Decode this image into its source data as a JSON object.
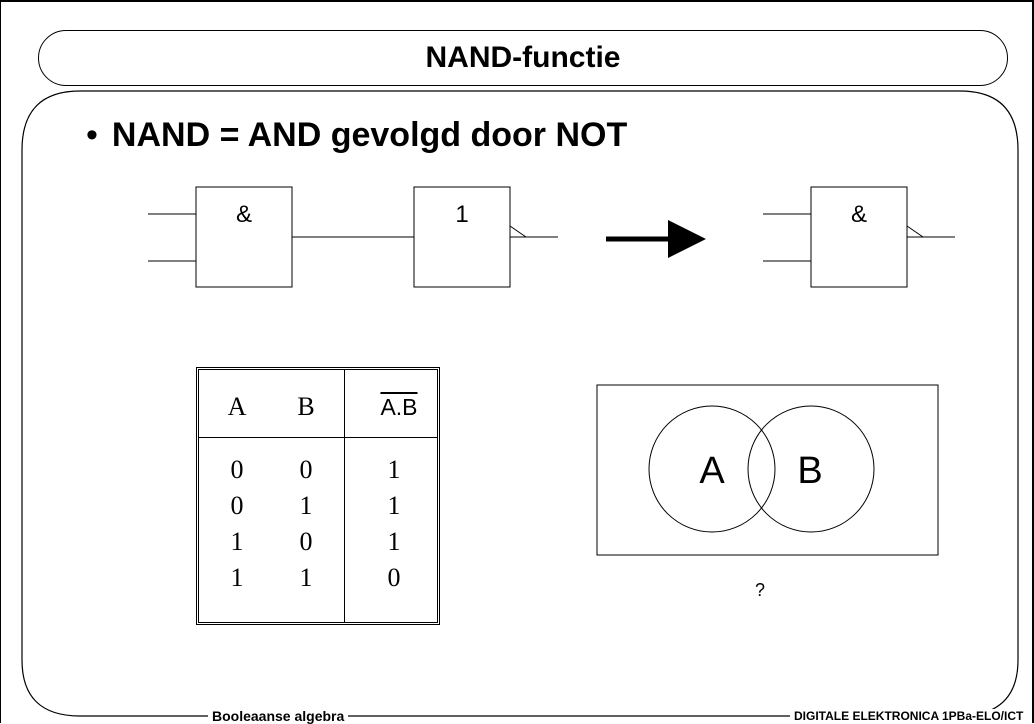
{
  "slide": {
    "title": "NAND-functie",
    "bullet": "NAND = AND gevolgd door NOT"
  },
  "diagram": {
    "and_gate_symbol": "&",
    "not_gate_symbol": "1",
    "nand_gate_symbol": "&",
    "arrow_icon": "right-arrow-icon"
  },
  "truth_table": {
    "headers": [
      "A",
      "B",
      "A.B"
    ],
    "rows": [
      [
        "0",
        "0",
        "1"
      ],
      [
        "0",
        "1",
        "1"
      ],
      [
        "1",
        "0",
        "1"
      ],
      [
        "1",
        "1",
        "0"
      ]
    ]
  },
  "venn": {
    "label_a": "A",
    "label_b": "B",
    "caption": "?"
  },
  "footer": {
    "left": "Booleaanse algebra",
    "right": "DIGITALE ELEKTRONICA 1PBa-ELO/ICT"
  }
}
